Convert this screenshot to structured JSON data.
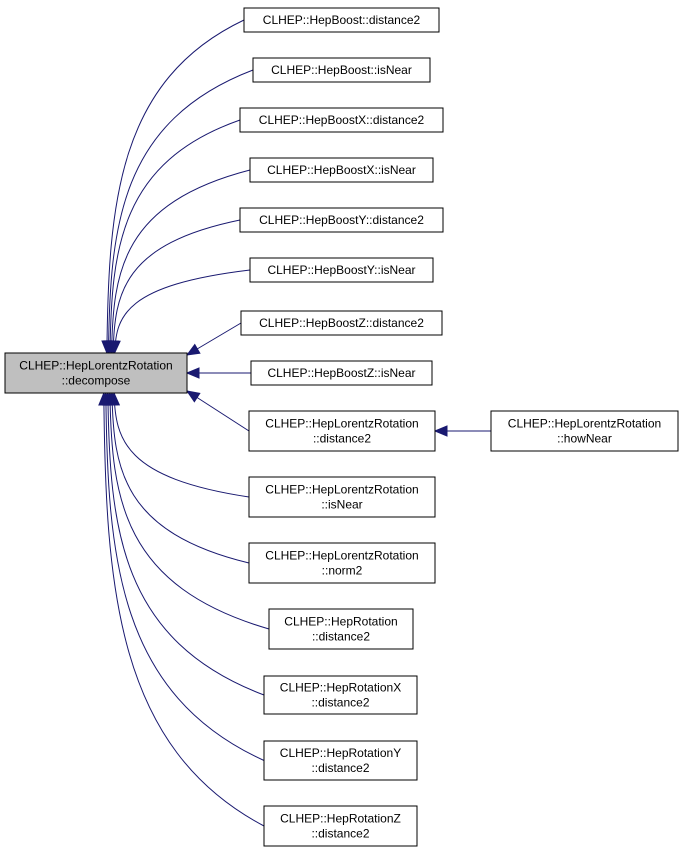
{
  "colors": {
    "edge": "#191970",
    "node_border": "#000000",
    "node_fill": "#ffffff",
    "root_fill": "#bfbfbf",
    "text": "#000000"
  },
  "root": {
    "lines": [
      "CLHEP::HepLorentzRotation",
      "::decompose"
    ]
  },
  "callers": [
    {
      "id": "boost-distance2",
      "lines": [
        "CLHEP::HepBoost::distance2"
      ]
    },
    {
      "id": "boost-isnear",
      "lines": [
        "CLHEP::HepBoost::isNear"
      ]
    },
    {
      "id": "boostx-distance2",
      "lines": [
        "CLHEP::HepBoostX::distance2"
      ]
    },
    {
      "id": "boostx-isnear",
      "lines": [
        "CLHEP::HepBoostX::isNear"
      ]
    },
    {
      "id": "boosty-distance2",
      "lines": [
        "CLHEP::HepBoostY::distance2"
      ]
    },
    {
      "id": "boosty-isnear",
      "lines": [
        "CLHEP::HepBoostY::isNear"
      ]
    },
    {
      "id": "boostz-distance2",
      "lines": [
        "CLHEP::HepBoostZ::distance2"
      ]
    },
    {
      "id": "boostz-isnear",
      "lines": [
        "CLHEP::HepBoostZ::isNear"
      ]
    },
    {
      "id": "lorentzrotation-distance2",
      "lines": [
        "CLHEP::HepLorentzRotation",
        "::distance2"
      ]
    },
    {
      "id": "lorentzrotation-isnear",
      "lines": [
        "CLHEP::HepLorentzRotation",
        "::isNear"
      ]
    },
    {
      "id": "lorentzrotation-norm2",
      "lines": [
        "CLHEP::HepLorentzRotation",
        "::norm2"
      ]
    },
    {
      "id": "rotation-distance2",
      "lines": [
        "CLHEP::HepRotation",
        "::distance2"
      ]
    },
    {
      "id": "rotationx-distance2",
      "lines": [
        "CLHEP::HepRotationX",
        "::distance2"
      ]
    },
    {
      "id": "rotationy-distance2",
      "lines": [
        "CLHEP::HepRotationY",
        "::distance2"
      ]
    },
    {
      "id": "rotationz-distance2",
      "lines": [
        "CLHEP::HepRotationZ",
        "::distance2"
      ]
    }
  ],
  "secondary": [
    {
      "id": "lorentzrotation-hownear",
      "lines": [
        "CLHEP::HepLorentzRotation",
        "::howNear"
      ],
      "calls": "lorentzrotation-distance2"
    }
  ]
}
